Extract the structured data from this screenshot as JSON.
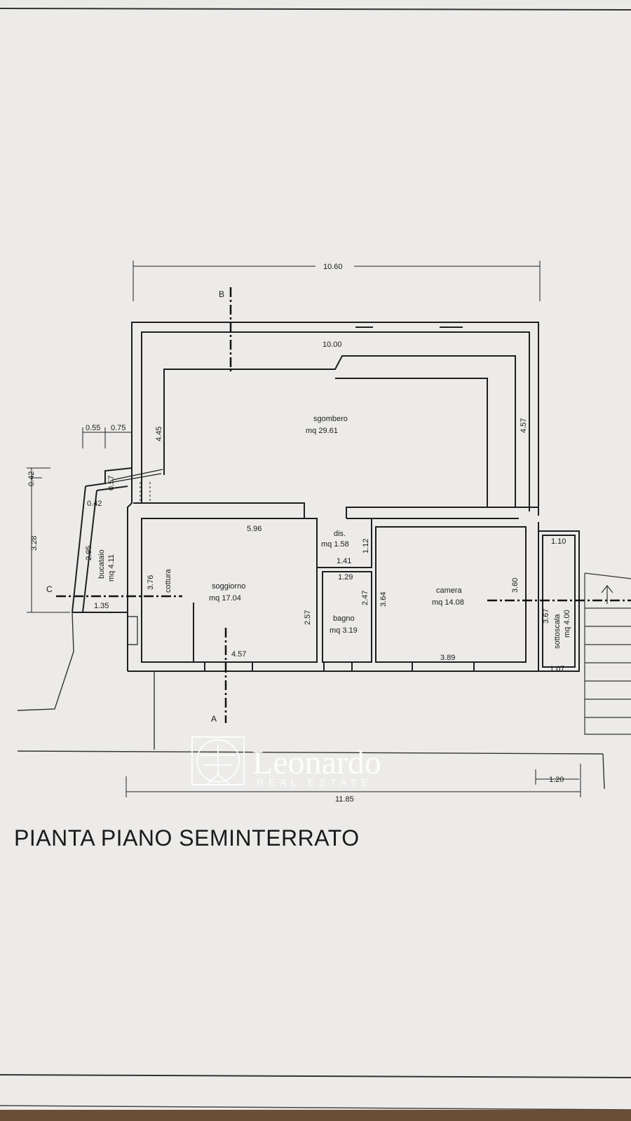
{
  "title": "PIANTA PIANO SEMINTERRATO",
  "watermark": {
    "brand": "Leonardo",
    "tagline": "REAL ESTATE"
  },
  "sections": {
    "a": "A",
    "b": "B",
    "c": "C"
  },
  "rooms": {
    "sgombero": {
      "name": "sgombero",
      "area": "mq 29.61"
    },
    "soggiorno": {
      "name": "soggiorno",
      "area": "mq 17.04"
    },
    "cottura": {
      "name": "cottura"
    },
    "bucataio": {
      "name": "bucataio",
      "area": "mq 4.11"
    },
    "dis": {
      "name": "dis.",
      "area": "mq 1.58"
    },
    "bagno": {
      "name": "bagno",
      "area": "mq 3.19"
    },
    "camera": {
      "name": "camera",
      "area": "mq 14.08"
    },
    "sottoscala": {
      "name": "sottoscala",
      "area": "mq 4.00"
    }
  },
  "dimensions": {
    "overall_top": "10.60",
    "sgombero_width": "10.00",
    "sgombero_left": "4.45",
    "sgombero_right": "4.57",
    "d055": "0.55",
    "d075": "0.75",
    "d042_top": "0.42",
    "d057": "0.57",
    "d042": "0.42",
    "d328": "3.28",
    "d295": "2.95",
    "d135": "1.35",
    "soggiorno_width": "5.96",
    "cottura_height": "3.76",
    "soggiorno_right": "2.57",
    "soggiorno_bottom": "4.57",
    "dis_height": "1.12",
    "dis_width": "1.41",
    "bagno_width": "1.29",
    "bagno_height": "2.47",
    "camera_left": "3.64",
    "camera_right": "3.60",
    "camera_bottom": "3.89",
    "sottoscala_top": "1.10",
    "sottoscala_left": "3.67",
    "sottoscala_bottom": "1.07",
    "overall_bottom": "11.85",
    "d120": "1.20"
  }
}
